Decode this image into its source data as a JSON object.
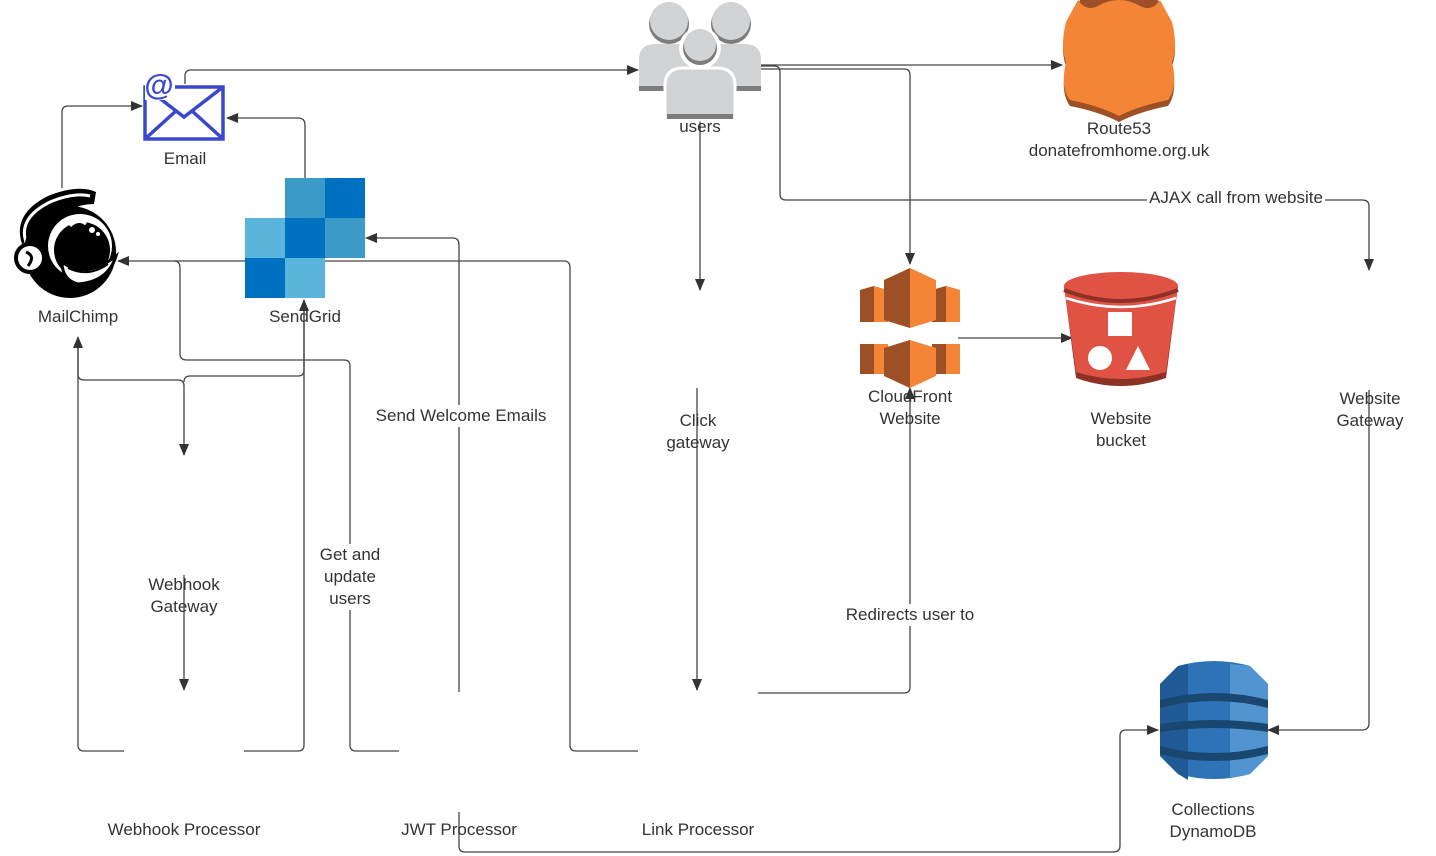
{
  "diagram": {
    "title": "donatefromhome.org.uk architecture",
    "nodes": [
      {
        "id": "email",
        "label": "Email",
        "icon": "email-icon"
      },
      {
        "id": "mailchimp",
        "label": "MailChimp",
        "icon": "mailchimp-icon"
      },
      {
        "id": "sendgrid",
        "label": "SendGrid",
        "icon": "sendgrid-icon"
      },
      {
        "id": "users",
        "label": "users",
        "icon": "users-icon"
      },
      {
        "id": "route53",
        "label": "Route53\ndonatefromhome.org.uk",
        "label_lines": [
          "Route53",
          "donatefromhome.org.uk"
        ],
        "icon": "route53-icon"
      },
      {
        "id": "click_gateway",
        "label_lines": [
          "Click",
          "gateway"
        ],
        "icon": "api-gateway-icon"
      },
      {
        "id": "cloudfront",
        "label_lines": [
          "CloudFront",
          "Website"
        ],
        "icon": "cloudfront-icon"
      },
      {
        "id": "website_bucket",
        "label_lines": [
          "Website",
          "bucket"
        ],
        "icon": "s3-bucket-icon"
      },
      {
        "id": "website_gateway",
        "label_lines": [
          "Website",
          "Gateway"
        ],
        "icon": "api-gateway-icon"
      },
      {
        "id": "webhook_gateway",
        "label_lines": [
          "Webhook",
          "Gateway"
        ],
        "icon": "api-gateway-icon"
      },
      {
        "id": "webhook_processor",
        "label": "Webhook Processor",
        "icon": "lambda-icon"
      },
      {
        "id": "jwt_processor",
        "label": "JWT Processor",
        "icon": "lambda-icon"
      },
      {
        "id": "link_processor",
        "label": "Link Processor",
        "icon": "lambda-icon"
      },
      {
        "id": "dynamodb",
        "label_lines": [
          "Collections",
          "DynamoDB"
        ],
        "icon": "dynamodb-icon"
      }
    ],
    "edge_labels": {
      "ajax": "AJAX call from website",
      "send_welcome": "Send Welcome Emails",
      "get_update_lines": [
        "Get and",
        "update",
        "users"
      ],
      "redirects": "Redirects user to"
    },
    "edges": [
      {
        "from": "email",
        "to": "users"
      },
      {
        "from": "mailchimp",
        "to": "email"
      },
      {
        "from": "sendgrid",
        "to": "email"
      },
      {
        "from": "users",
        "to": "route53"
      },
      {
        "from": "users",
        "to": "cloudfront"
      },
      {
        "from": "users",
        "to": "website_gateway",
        "label": "AJAX call from website"
      },
      {
        "from": "users",
        "to": "click_gateway"
      },
      {
        "from": "cloudfront",
        "to": "website_bucket"
      },
      {
        "from": "click_gateway",
        "to": "link_processor"
      },
      {
        "from": "link_processor",
        "to": "cloudfront",
        "label": "Redirects user to"
      },
      {
        "from": "link_processor",
        "to": "mailchimp"
      },
      {
        "from": "jwt_processor",
        "to": "sendgrid",
        "label": "Send Welcome Emails"
      },
      {
        "from": "jwt_processor",
        "to": "mailchimp",
        "label": "Get and update users"
      },
      {
        "from": "jwt_processor",
        "to": "dynamodb"
      },
      {
        "from": "website_gateway",
        "to": "dynamodb"
      },
      {
        "from": "mailchimp",
        "to": "webhook_gateway"
      },
      {
        "from": "sendgrid",
        "to": "webhook_gateway"
      },
      {
        "from": "webhook_gateway",
        "to": "webhook_processor"
      },
      {
        "from": "webhook_processor",
        "to": "mailchimp"
      },
      {
        "from": "webhook_processor",
        "to": "sendgrid"
      }
    ]
  },
  "colors": {
    "lambda": "#d86613",
    "api_gateway_light": "#d9a741",
    "api_gateway_dark": "#876929",
    "cloudfront_light": "#f58536",
    "cloudfront_dark": "#9d5025",
    "s3": "#e05243",
    "s3_dark": "#8c3123",
    "route53": "#f58536",
    "dynamodb": "#2e73b8",
    "dynamodb_dark": "#1a476f",
    "email": "#3b48cc",
    "users": "#d2d3d4",
    "users_dark": "#7d7c7c",
    "sendgrid_a": "#3b9ac7",
    "sendgrid_b": "#0070c0",
    "sendgrid_c": "#5ab4db"
  }
}
